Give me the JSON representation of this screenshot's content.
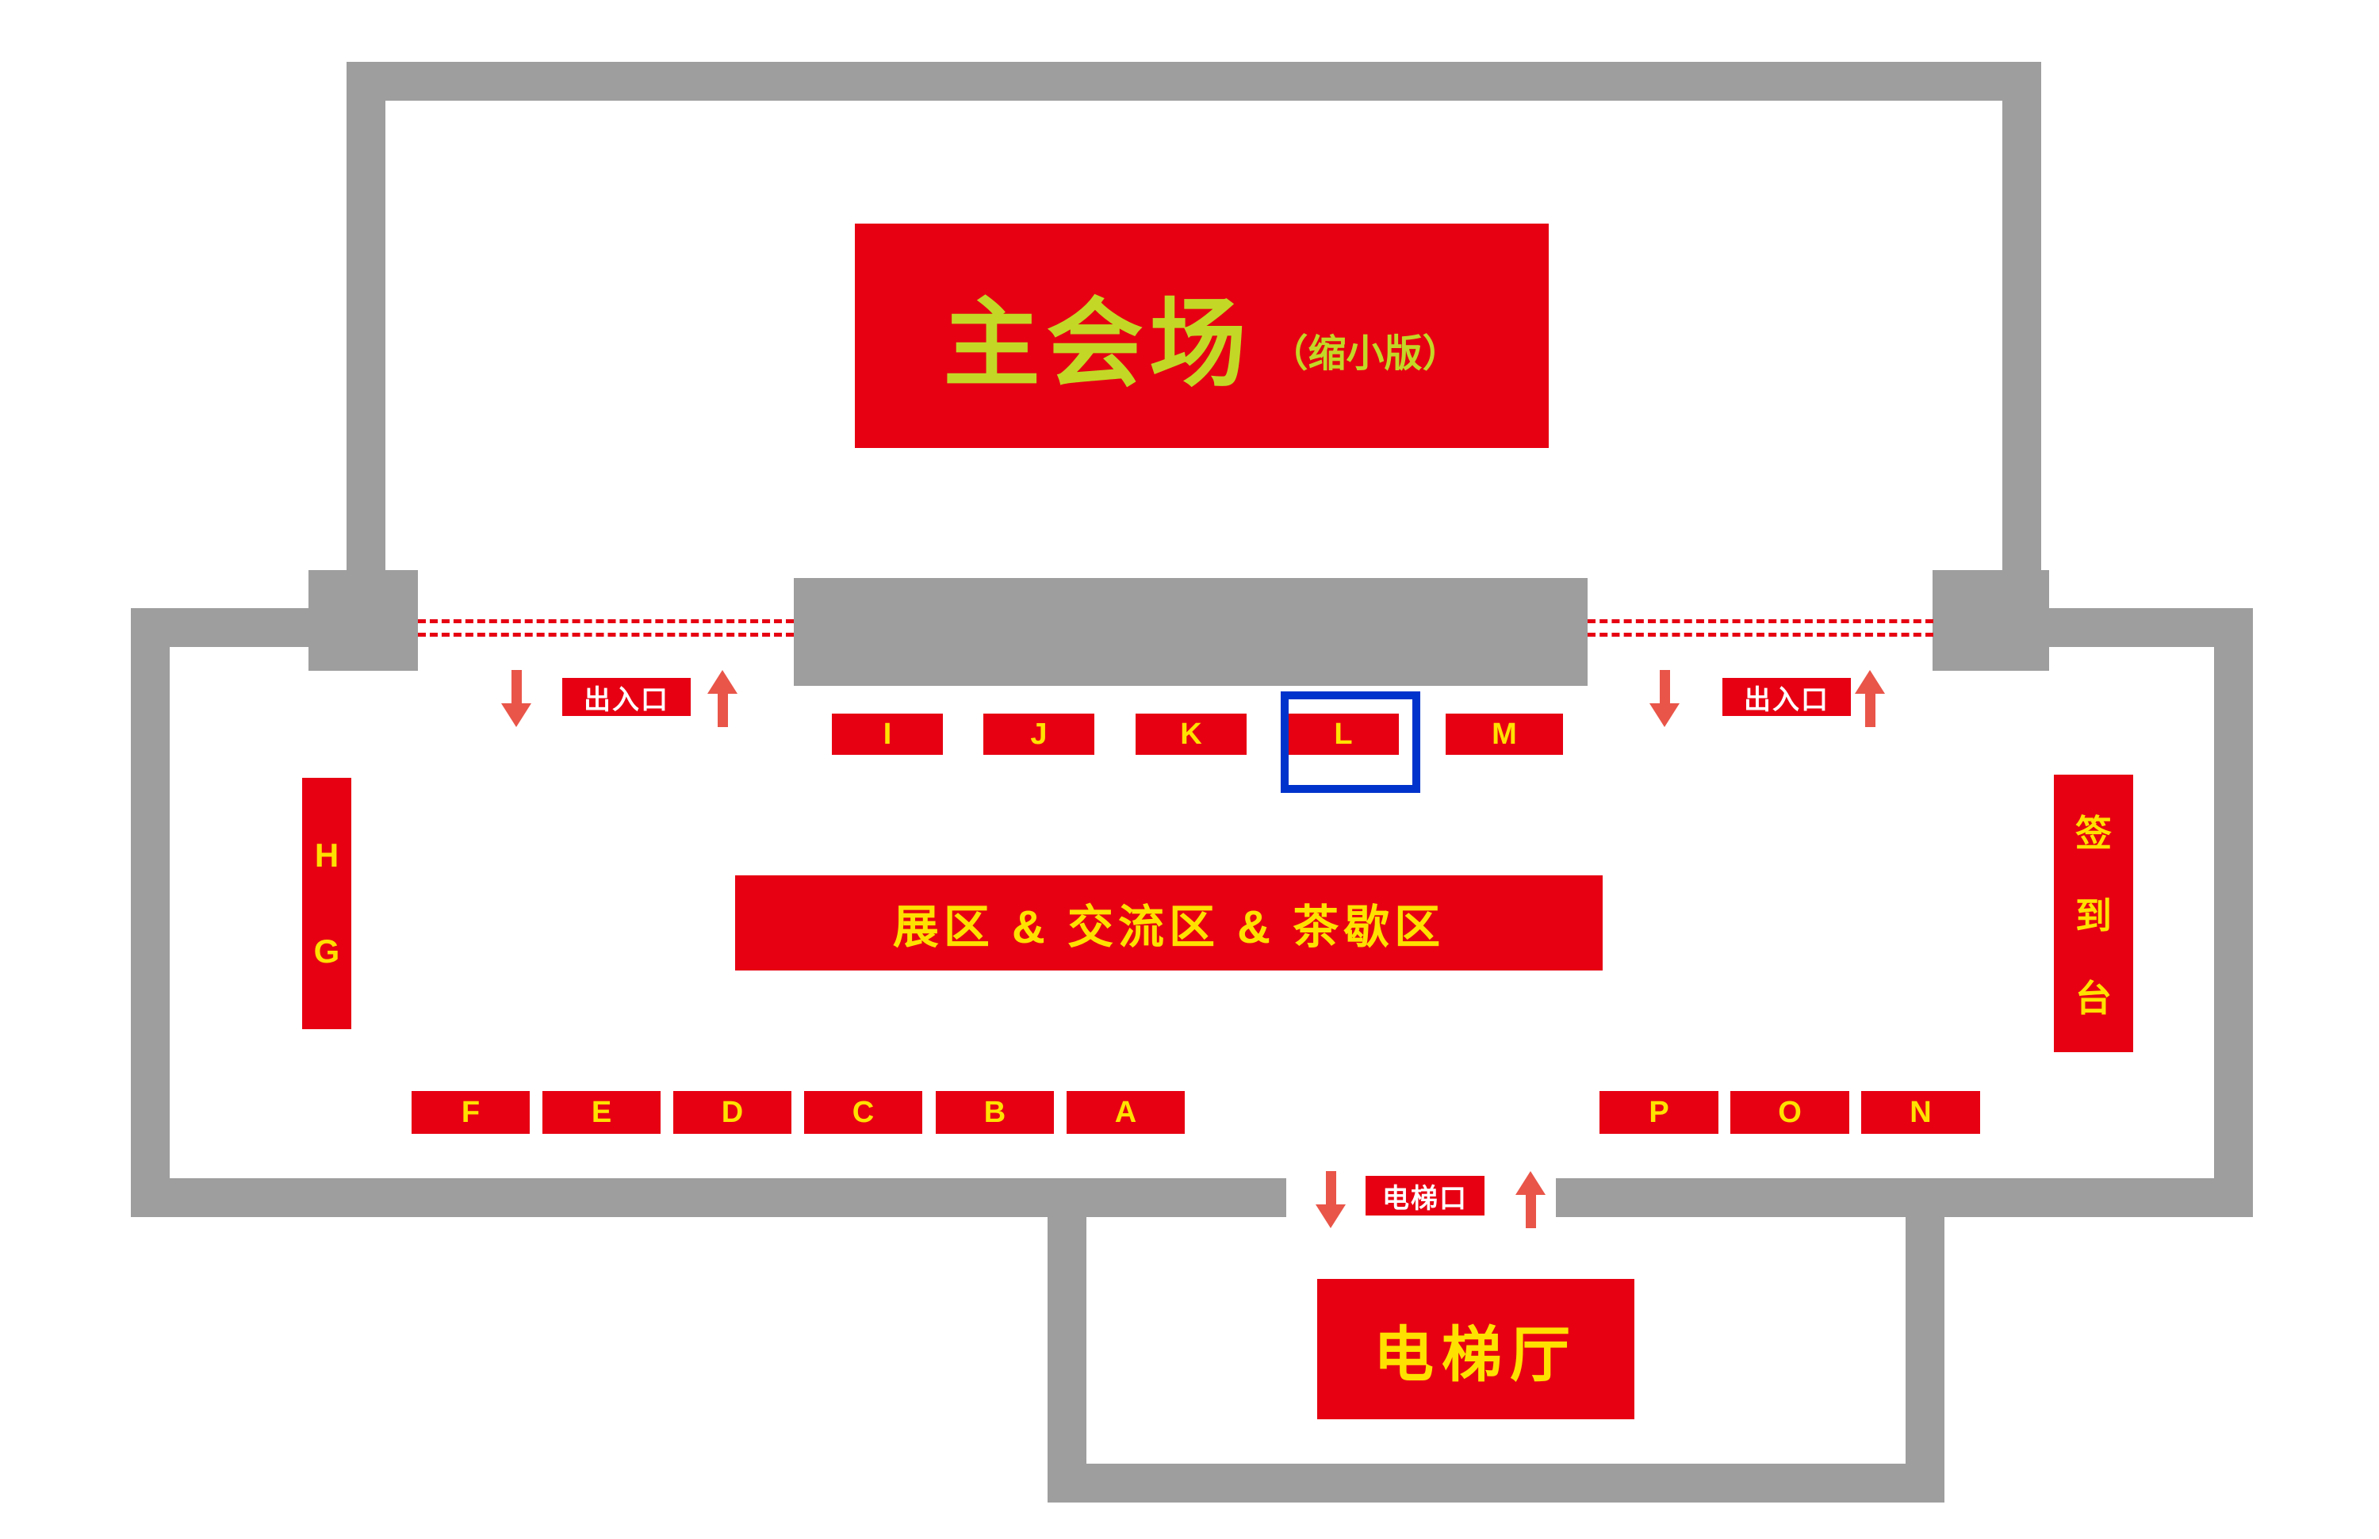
{
  "colors": {
    "wall": "#9e9e9e",
    "red": "#e60012",
    "yellow": "#ffe100",
    "green": "#c3d826",
    "arrow": "#e95549",
    "blue": "#0033cc"
  },
  "main_hall": {
    "title": "主会场",
    "subtitle": "（缩小版）"
  },
  "labels": {
    "entrance_left": "出入口",
    "entrance_right": "出入口",
    "elevator_gate": "电梯口",
    "exhibition": "展区 & 交流区 & 茶歇区",
    "elevator_hall": "电梯厅",
    "signin": [
      "签",
      "到",
      "台"
    ]
  },
  "booths": {
    "top_row": [
      "I",
      "J",
      "K",
      "L",
      "M"
    ],
    "selected": "L",
    "left_column": [
      "H",
      "G"
    ],
    "bottom_left": [
      "F",
      "E",
      "D",
      "C",
      "B",
      "A"
    ],
    "bottom_right": [
      "P",
      "O",
      "N"
    ]
  }
}
